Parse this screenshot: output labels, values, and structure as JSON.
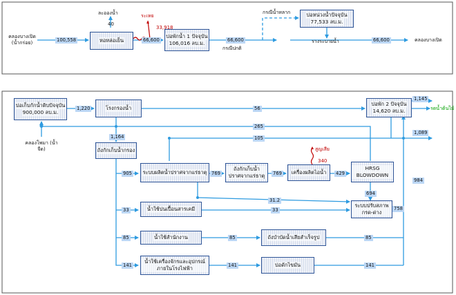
{
  "top": {
    "source_left": "คลองบางเปิด (น้ำกร่อย)",
    "cooling_tower": "หอหล่อเย็น",
    "evaporation": "ละอองน้ำ",
    "evaporation_value": "40",
    "sea_discharge": "ระเหย",
    "sea_discharge_value": "33,918",
    "pond1": "บ่อพักน้ำ 1 ปัจจุบัน",
    "pond1_volume": "106,016 ลบ.ม.",
    "flood_case": "กรณีน้ำหลาก",
    "normal_case": "กรณีปกติ",
    "retention": "บ่อหน่วงน้ำปัจจุบัน",
    "retention_volume": "77,533 ลบ.ม.",
    "drain": "รางระบายน้ำ",
    "dest_right": "คลองบางเปิด",
    "flows": {
      "in": "100,558",
      "ct_to_pond": "66,600",
      "pond_out": "66,600",
      "drain_out": "66,600"
    }
  },
  "bottom": {
    "raw_pond": "บ่อเก็บกักน้ำดิบปัจจุบัน",
    "raw_pond_volume": "900,000 ลบ.ม.",
    "source": "คลองโพมา (น้ำจืด)",
    "treatment": "โรงกรองน้ำ",
    "filtered_tank": "ถังกักเก็บน้ำกรอง",
    "demin": "ระบบผลิตน้ำปราศจากแร่ธาตุ",
    "demin_tank": "ถังกักเก็บน้ำปราศจากแร่ธาตุ",
    "boiler": "เครื่องผลิตไอน้ำ",
    "loss_label": "สูญเสีย",
    "loss_value": "340",
    "hrsg": "HRSG BLOWDOWN",
    "conditioning": "ระบบปรับสภาพ กรด-ด่าง",
    "chemical": "น้ำใช้ปนเปื้อนสารเคมี",
    "office": "น้ำใช้สำนักงาน",
    "septic": "ถังบำบัดน้ำเสียสำเร็จรูป",
    "machinery": "น้ำใช้เครื่องจักรและอุปกรณ์ภายในโรงไฟฟ้า",
    "grease": "บ่อดักไขมัน",
    "pond2": "บ่อพัก 2 ปัจจุบัน",
    "pond2_volume": "14,620 ลบ.ม.",
    "tree_water": "รดน้ำต้นไม้",
    "flows": {
      "raw_to_treat": "1,220",
      "treat_to_pond2": "56",
      "return_265": "265",
      "to_pond2_105": "105",
      "treat_down": "1,164",
      "to_demin": "905",
      "demin_to_tank": "769",
      "tank_to_boiler": "769",
      "boiler_to_hrsg": "429",
      "hrsg_to_cond": "694",
      "demin_to_cond": "31.2",
      "to_chem": "33",
      "chem_to_cond": "33",
      "cond_out": "758",
      "to_office": "85",
      "office_to_septic": "85",
      "septic_out": "85",
      "to_machinery": "141",
      "mach_to_grease": "141",
      "grease_out": "141",
      "pond2_out": "1,145",
      "side_1089": "1,089",
      "side_984": "984"
    }
  }
}
